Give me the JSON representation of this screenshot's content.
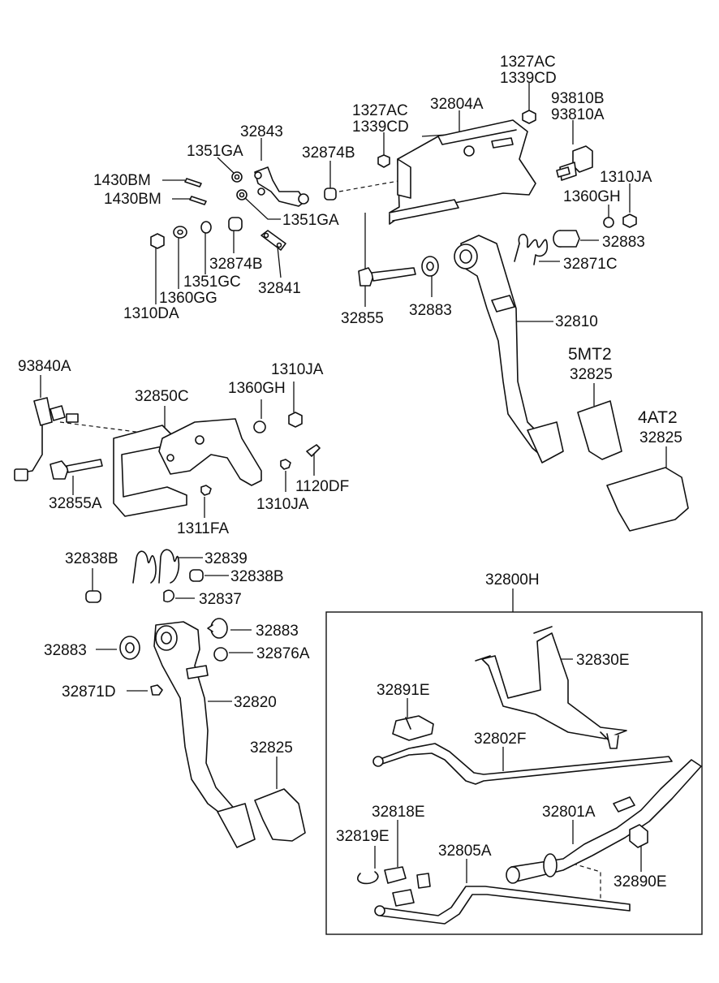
{
  "labels": {
    "p1327AC_top": "1327AC",
    "p1339CD_top": "1339CD",
    "p93810B": "93810B",
    "p93810A": "93810A",
    "p1327AC_mid": "1327AC",
    "p1339CD_mid": "1339CD",
    "p32804A": "32804A",
    "p32843": "32843",
    "p1351GA_a": "1351GA",
    "p32874B_a": "32874B",
    "p1430BM_a": "1430BM",
    "p1430BM_b": "1430BM",
    "p1351GA_b": "1351GA",
    "p1310JA_a": "1310JA",
    "p1360GH_a": "1360GH",
    "p32883_a": "32883",
    "p32871C": "32871C",
    "p32874B_b": "32874B",
    "p1351GC": "1351GC",
    "p1360GG": "1360GG",
    "p32841": "32841",
    "p1310DA": "1310DA",
    "p32855": "32855",
    "p32883_b": "32883",
    "p32810": "32810",
    "p93840A": "93840A",
    "p1310JA_b": "1310JA",
    "p1360GH_b": "1360GH",
    "p32850C": "32850C",
    "p5MT2": "5MT2",
    "p32825_a": "32825",
    "p4AT2": "4AT2",
    "p32825_b": "32825",
    "p1120DF": "1120DF",
    "p32855A": "32855A",
    "p1310JA_c": "1310JA",
    "p1311FA": "1311FA",
    "p32838B_a": "32838B",
    "p32839": "32839",
    "p32838B_b": "32838B",
    "p32837": "32837",
    "p32800H": "32800H",
    "p32883_c": "32883",
    "p32883_d": "32883",
    "p32876A": "32876A",
    "p32830E": "32830E",
    "p32871D": "32871D",
    "p32820": "32820",
    "p32891E": "32891E",
    "p32802F": "32802F",
    "p32825_c": "32825",
    "p32818E": "32818E",
    "p32801A": "32801A",
    "p32819E": "32819E",
    "p32805A": "32805A",
    "p32890E": "32890E"
  },
  "colors": {
    "ink": "#111111",
    "paper": "#ffffff"
  }
}
